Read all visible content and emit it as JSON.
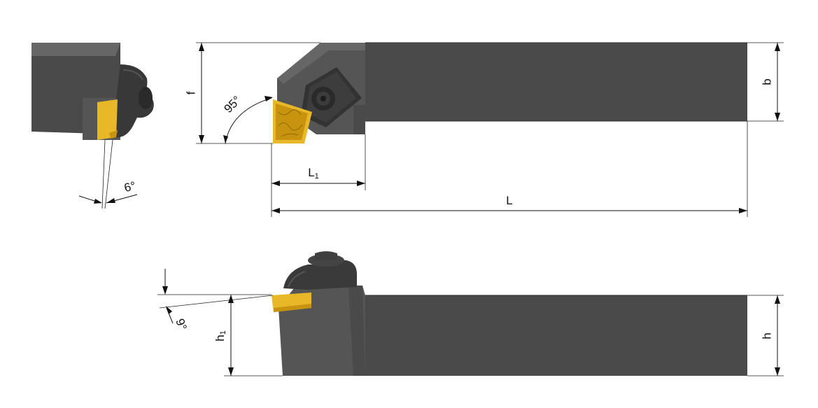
{
  "labels": {
    "f": "f",
    "b": "b",
    "h": "h",
    "h1_main": "h",
    "h1_sub": "1",
    "L": "L",
    "L1_main": "L",
    "L1_sub": "1",
    "angle_95": "95°",
    "angle_6": "6°",
    "angle_9": "9°"
  },
  "colors": {
    "body": "#4a4a4a",
    "body_light": "#666666",
    "insert": "#e8b828",
    "insert_dark": "#c89410",
    "line": "#111111"
  }
}
